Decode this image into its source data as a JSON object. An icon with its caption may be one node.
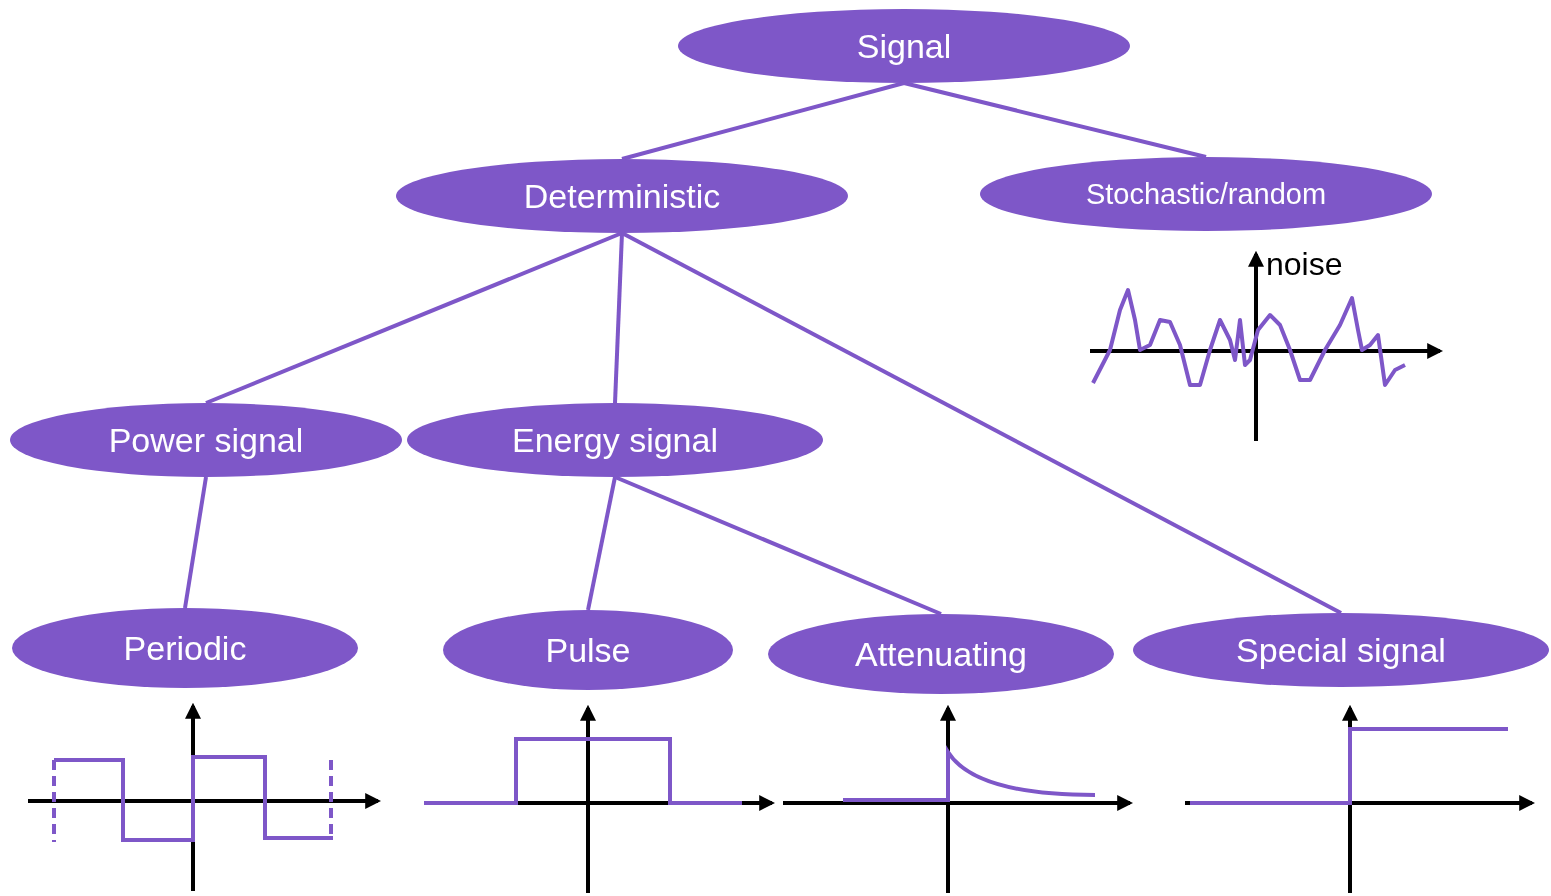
{
  "diagram": {
    "nodes": [
      {
        "text": [
          "Signal"
        ]
      },
      {
        "text": [
          "Deterministic"
        ]
      },
      {
        "text": [
          "Stochastic/random"
        ]
      },
      {
        "text": [
          "Power signal"
        ]
      },
      {
        "text": [
          "Energy signal"
        ]
      },
      {
        "text": [
          "Periodic"
        ]
      },
      {
        "text": [
          "Pulse"
        ]
      },
      {
        "text": [
          "Attenuating"
        ]
      },
      {
        "text": [
          "Special signal"
        ]
      }
    ],
    "edges": [
      {
        "from": 0,
        "to": 1,
        "arrow": "none"
      },
      {
        "from": 0,
        "to": 2,
        "arrow": "none"
      },
      {
        "from": 1,
        "to": 3,
        "arrow": "none"
      },
      {
        "from": 1,
        "to": 4,
        "arrow": "none"
      },
      {
        "from": 1,
        "to": 8,
        "arrow": "none"
      },
      {
        "from": 3,
        "to": 5,
        "arrow": "none"
      },
      {
        "from": 4,
        "to": 6,
        "arrow": "none"
      },
      {
        "from": 4,
        "to": 7,
        "arrow": "none"
      }
    ],
    "labels": [
      "noise"
    ]
  }
}
